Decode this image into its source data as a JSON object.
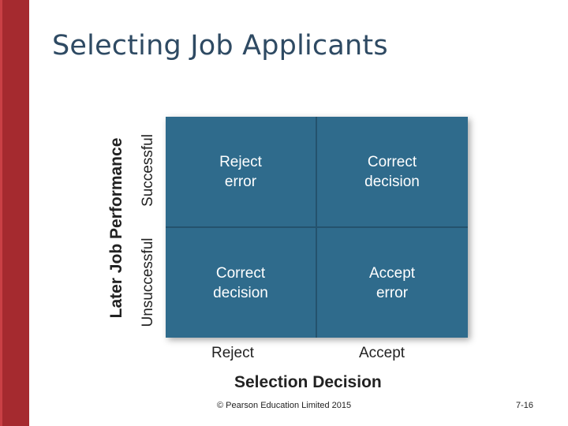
{
  "slide": {
    "title": "Selecting Job Applicants",
    "accent_color": "#a52a2f",
    "matrix_color": "#2f6b8c"
  },
  "diagram": {
    "y_axis_title": "Later Job Performance",
    "y_categories": [
      "Successful",
      "Unsuccessful"
    ],
    "x_axis_title": "Selection Decision",
    "x_categories": [
      "Reject",
      "Accept"
    ],
    "cells": {
      "successful_reject": "Reject\nerror",
      "successful_accept": "Correct\ndecision",
      "unsuccessful_reject": "Correct\ndecision",
      "unsuccessful_accept": "Accept\nerror"
    }
  },
  "footer": {
    "copyright": "© Pearson Education Limited 2015",
    "page_number": "7-16"
  }
}
